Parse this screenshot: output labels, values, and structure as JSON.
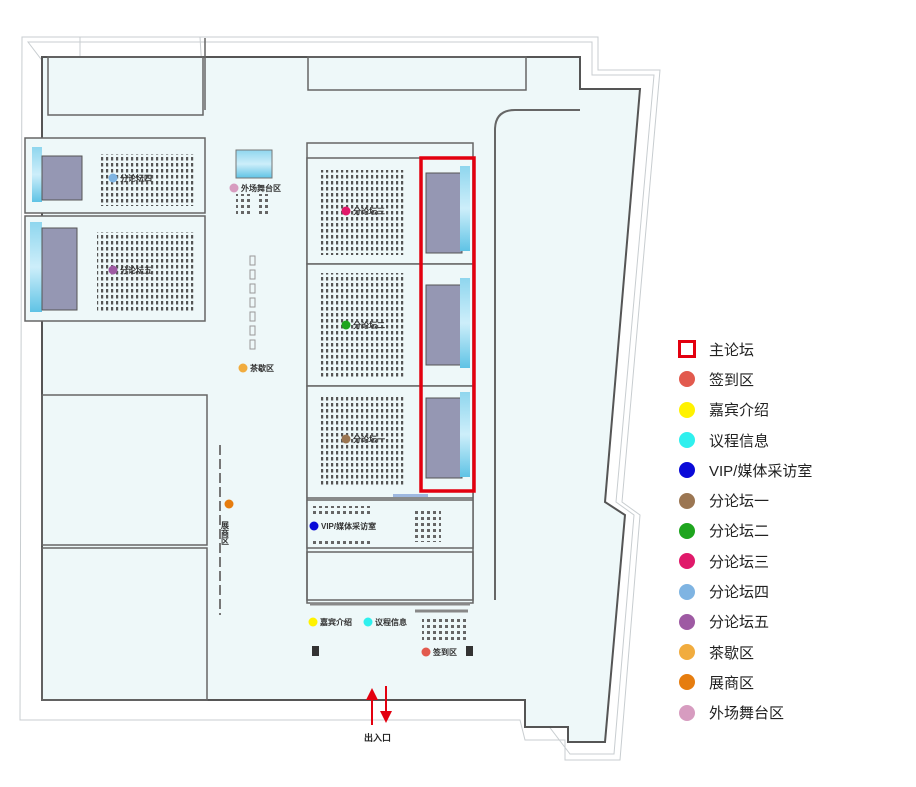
{
  "map_labels": {
    "forum4": "分论坛四",
    "forum5": "分论坛五",
    "outdoor_stage": "外场舞台区",
    "tea_break": "茶歇区",
    "forum3": "分论坛三",
    "forum2": "分论坛二",
    "forum1": "分论坛一",
    "vip_media": "VIP/媒体采访室",
    "exhibition": "展商区",
    "guest_intro": "嘉宾介绍",
    "agenda_info": "议程信息",
    "sign_in": "签到区",
    "entrance": "出入口"
  },
  "colors": {
    "main_forum": "#e3000f",
    "sign_in": "#e25a4e",
    "guest_intro": "#fff200",
    "agenda_info": "#2ff0ee",
    "vip_media": "#0a0ad8",
    "forum1": "#9b7652",
    "forum2": "#1ea51e",
    "forum3": "#e0196a",
    "forum4": "#7fb4e2",
    "forum5": "#9e5aa3",
    "tea_break": "#f1ac3e",
    "exhibition": "#e67d0f",
    "outdoor_stage": "#d79cc0",
    "floor": "#eef8f9",
    "wall": "#555555"
  },
  "legend": [
    {
      "key": "main_forum",
      "label": "主论坛",
      "color": "#e3000f",
      "shape": "square"
    },
    {
      "key": "sign_in",
      "label": "签到区",
      "color": "#e25a4e",
      "shape": "circle"
    },
    {
      "key": "guest_intro",
      "label": "嘉宾介绍",
      "color": "#fff200",
      "shape": "circle"
    },
    {
      "key": "agenda_info",
      "label": "议程信息",
      "color": "#2ff0ee",
      "shape": "circle"
    },
    {
      "key": "vip_media",
      "label": "VIP/媒体采访室",
      "color": "#0a0ad8",
      "shape": "circle"
    },
    {
      "key": "forum1",
      "label": "分论坛一",
      "color": "#9b7652",
      "shape": "circle"
    },
    {
      "key": "forum2",
      "label": "分论坛二",
      "color": "#1ea51e",
      "shape": "circle"
    },
    {
      "key": "forum3",
      "label": "分论坛三",
      "color": "#e0196a",
      "shape": "circle"
    },
    {
      "key": "forum4",
      "label": "分论坛四",
      "color": "#7fb4e2",
      "shape": "circle"
    },
    {
      "key": "forum5",
      "label": "分论坛五",
      "color": "#9e5aa3",
      "shape": "circle"
    },
    {
      "key": "tea_break",
      "label": "茶歇区",
      "color": "#f1ac3e",
      "shape": "circle"
    },
    {
      "key": "exhibition",
      "label": "展商区",
      "color": "#e67d0f",
      "shape": "circle"
    },
    {
      "key": "outdoor_stage",
      "label": "外场舞台区",
      "color": "#d79cc0",
      "shape": "circle"
    }
  ]
}
